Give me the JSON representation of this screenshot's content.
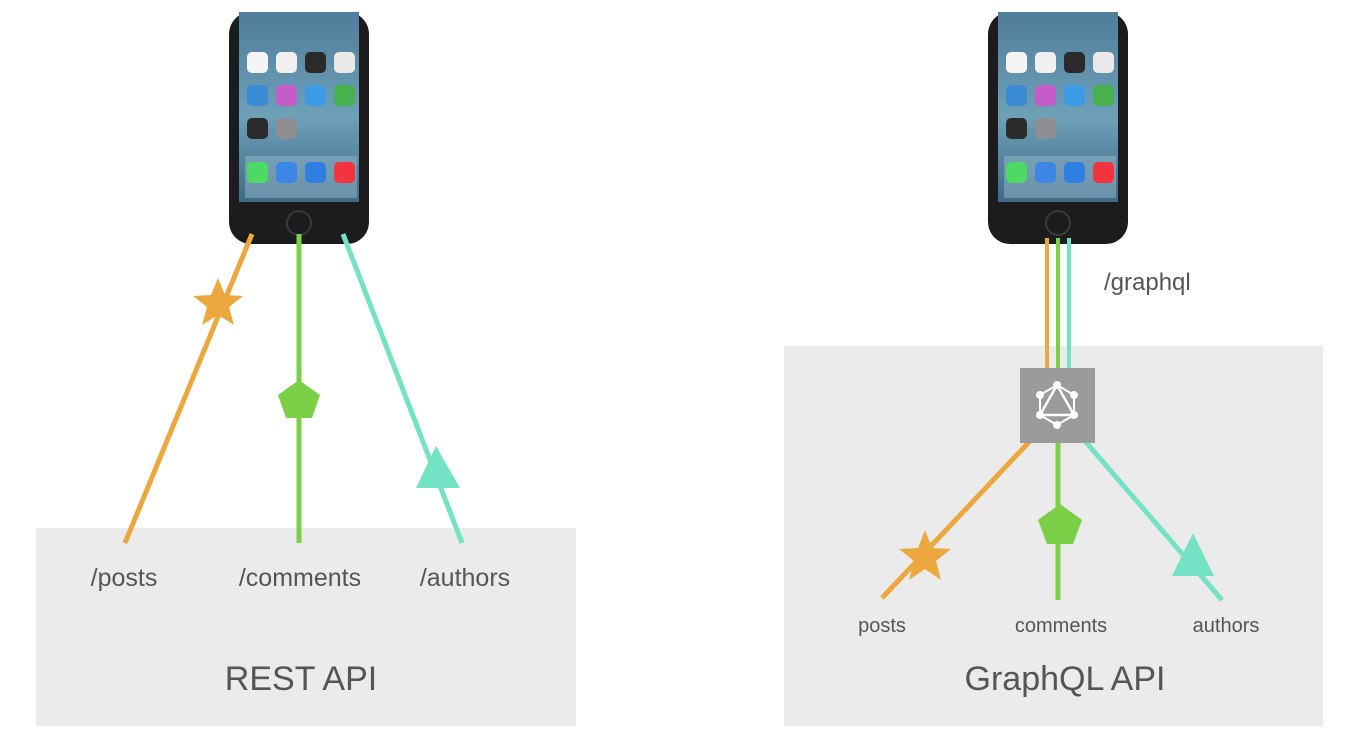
{
  "colors": {
    "posts": "#EDA73F",
    "comments": "#7CD047",
    "authors": "#74E2C4",
    "panel": "#EBEBEB",
    "hub": "#9B9B9B",
    "text": "#555555"
  },
  "rest": {
    "title": "REST API",
    "endpoints": [
      {
        "id": "posts",
        "label": "/posts",
        "shape": "star-icon"
      },
      {
        "id": "comments",
        "label": "/comments",
        "shape": "pentagon-icon"
      },
      {
        "id": "authors",
        "label": "/authors",
        "shape": "triangle-icon"
      }
    ]
  },
  "graphql": {
    "title": "GraphQL API",
    "single_endpoint": "/graphql",
    "hub_icon": "graphql-logo-icon",
    "fields": [
      {
        "id": "posts",
        "label": "posts",
        "shape": "star-icon"
      },
      {
        "id": "comments",
        "label": "comments",
        "shape": "pentagon-icon"
      },
      {
        "id": "authors",
        "label": "authors",
        "shape": "triangle-icon"
      }
    ]
  },
  "phone_icon": "smartphone-icon"
}
